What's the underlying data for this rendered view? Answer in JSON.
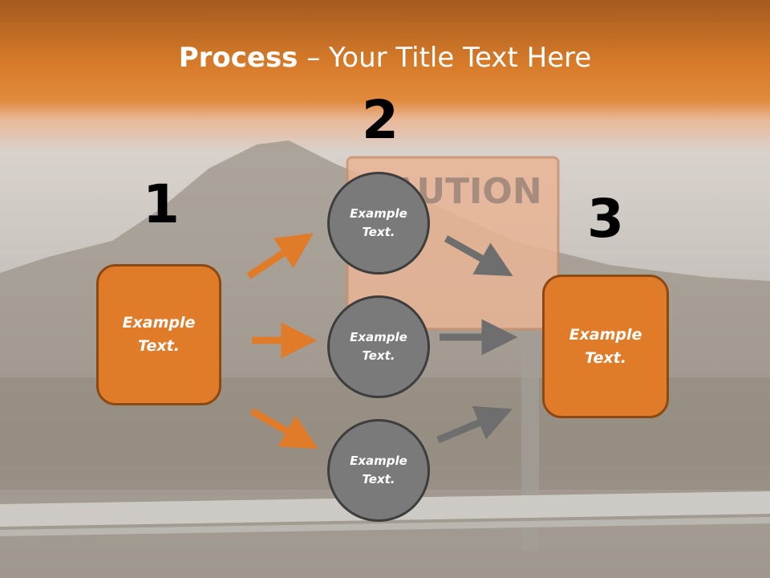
{
  "title": {
    "bold": "Process",
    "rest": " – Your Title Text Here"
  },
  "numbers": {
    "step1": "1",
    "step2": "2",
    "step3": "3"
  },
  "sign": {
    "text": "CAUTION"
  },
  "left_box": {
    "line1": "Example",
    "line2": "Text."
  },
  "right_box": {
    "line1": "Example",
    "line2": "Text."
  },
  "circles": [
    {
      "line1": "Example",
      "line2": "Text."
    },
    {
      "line1": "Example",
      "line2": "Text."
    },
    {
      "line1": "Example",
      "line2": "Text."
    }
  ],
  "colors": {
    "orange": "#e07b2a",
    "orange_border": "#8b4a14",
    "circle_gray": "#7a7a7a",
    "arrow_gray": "#6e6e6e"
  }
}
